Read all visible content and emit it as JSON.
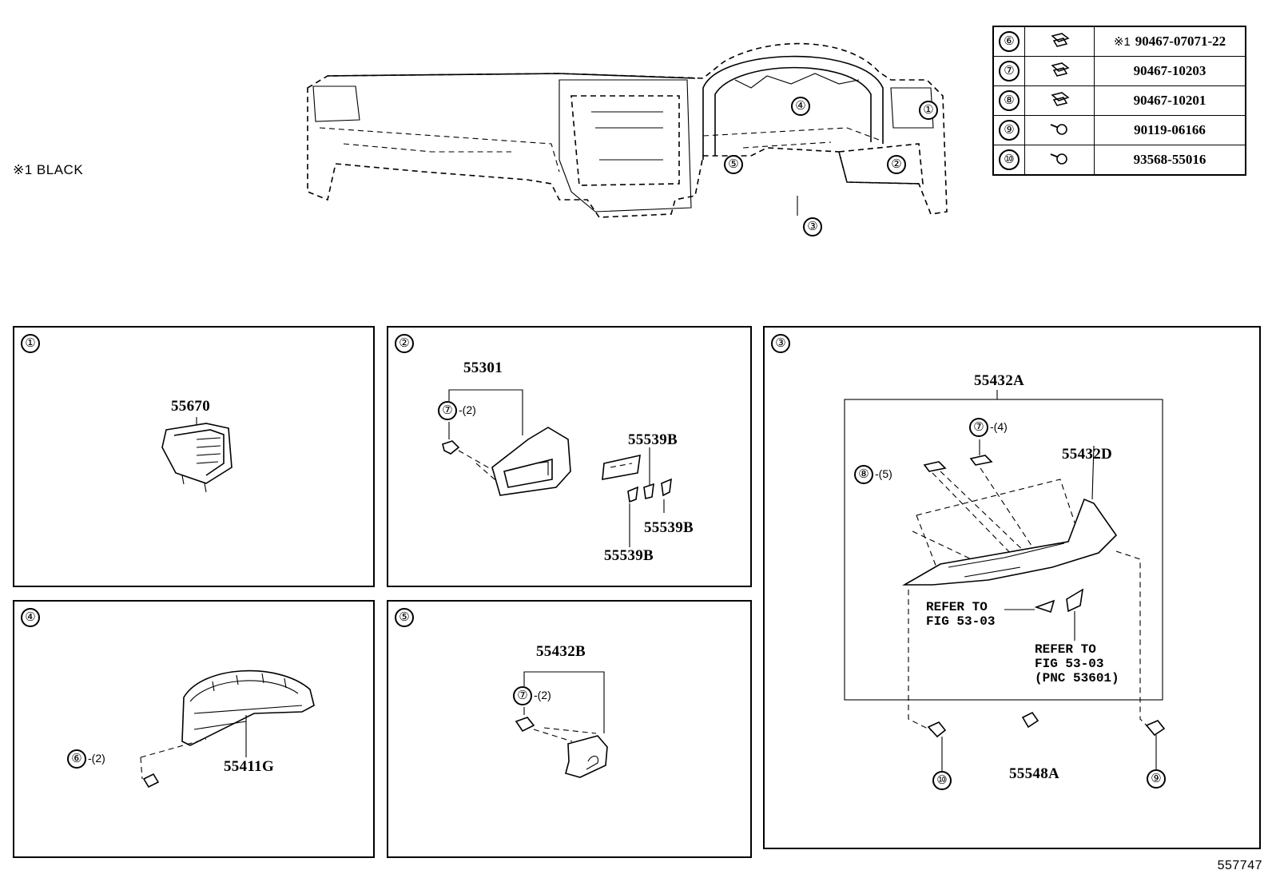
{
  "note": "※1 BLACK",
  "overview": {
    "callouts": [
      "①",
      "②",
      "③",
      "④",
      "⑤"
    ]
  },
  "legend": {
    "rows": [
      {
        "callout": "⑥",
        "icon": "clip-icon",
        "mark": "※1",
        "part": "90467-07071-22"
      },
      {
        "callout": "⑦",
        "icon": "clip-icon",
        "mark": "",
        "part": "90467-10203"
      },
      {
        "callout": "⑧",
        "icon": "clip-icon",
        "mark": "",
        "part": "90467-10201"
      },
      {
        "callout": "⑨",
        "icon": "screw-icon",
        "mark": "",
        "part": "90119-06166"
      },
      {
        "callout": "⑩",
        "icon": "screw-icon",
        "mark": "",
        "part": "93568-55016"
      }
    ]
  },
  "panels": {
    "p1": {
      "callout": "①",
      "parts": [
        "55670"
      ]
    },
    "p2": {
      "callout": "②",
      "parts": [
        "55301",
        "55539B",
        "55539B",
        "55539B"
      ],
      "clip": "⑦",
      "qty": "-(2)"
    },
    "p3": {
      "callout": "③",
      "parts": [
        "55432A",
        "55432D",
        "55548A"
      ],
      "clip7": "⑦",
      "qty7": "-(4)",
      "clip8": "⑧",
      "qty8": "-(5)",
      "screw9": "⑨",
      "screw10": "⑩",
      "refer1": "REFER TO\nFIG 53-03",
      "refer2": "REFER TO\nFIG 53-03\n(PNC 53601)"
    },
    "p4": {
      "callout": "④",
      "parts": [
        "55411G"
      ],
      "clip": "⑥",
      "qty": "-(2)"
    },
    "p5": {
      "callout": "⑤",
      "parts": [
        "55432B"
      ],
      "clip": "⑦",
      "qty": "-(2)"
    }
  },
  "footer": "557747"
}
